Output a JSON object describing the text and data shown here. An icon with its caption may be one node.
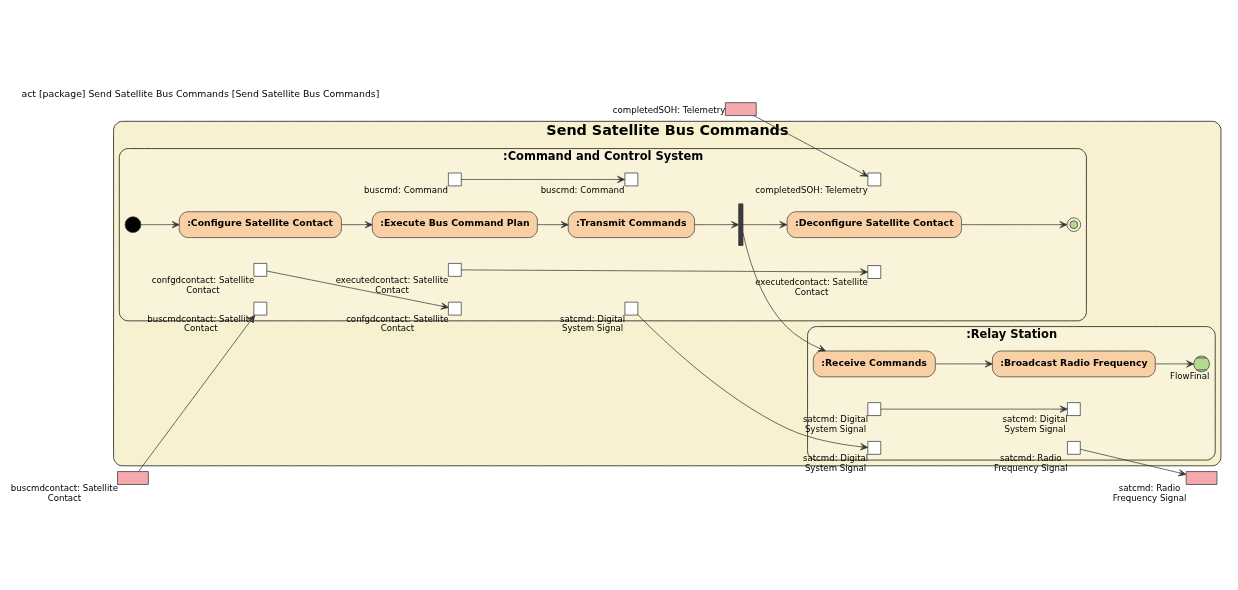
{
  "diagram": {
    "title": "act [package] Send Satellite Bus Commands [Send Satellite Bus Commands]",
    "nodes": [
      {
        "text": [
          "Send Satellite Bus Commands"
        ]
      },
      {
        "text": [],
        "shape": "box",
        "beside": [
          "buscmdcontact: Satellite Contact"
        ]
      },
      {
        "text": [
          ":Command and Control System"
        ],
        "in": 0
      },
      {
        "text": [
          ":Relay Station"
        ],
        "in": 0
      },
      {
        "text": [],
        "shape": "box",
        "beside": [
          "buscmdcontact: Satellite Contact"
        ],
        "in": 2
      },
      {
        "text": [],
        "shape": "box",
        "beside": [
          "confgdcontact: Satellite Contact"
        ],
        "in": 2
      },
      {
        "text": [],
        "shape": "box",
        "beside": [
          "buscmd: Command"
        ],
        "in": 2
      },
      {
        "text": [],
        "shape": "box",
        "beside": [
          "buscmd: Command"
        ],
        "in": 2
      },
      {
        "text": [],
        "shape": "box",
        "beside": [
          "satcmd: Digital System Signal"
        ],
        "in": 2
      },
      {
        "text": [],
        "shape": "box",
        "beside": [
          "satcmd: Digital System Signal"
        ],
        "in": 3
      },
      {
        "text": [],
        "shape": "box",
        "beside": [
          "satcmd: Digital System Signal"
        ],
        "in": 3
      },
      {
        "text": [],
        "shape": "box",
        "beside": [
          "satcmd: Digital System Signal"
        ],
        "in": 3
      },
      {
        "text": [
          ":Configure Satellite Contact"
        ],
        "in": 2
      },
      {
        "text": [],
        "shape": "box",
        "beside": [
          "confgdcontact: Satellite Contact"
        ],
        "in": 2
      },
      {
        "text": [
          ":Execute Bus Command Plan"
        ],
        "in": 2
      },
      {
        "text": [
          ":Transmit Commands"
        ],
        "in": 2
      },
      {
        "text": [
          ":Receive Commands"
        ],
        "in": 3
      },
      {
        "text": [
          ":Broadcast Radio Frequency"
        ],
        "in": 3
      },
      {
        "text": [],
        "shape": "box",
        "beside": [
          "executedcontact: Satellite Contact"
        ],
        "in": 2
      },
      {
        "text": [],
        "shape": "box",
        "beside": [
          "satcmd: Radio Frequency Signal"
        ],
        "in": 3
      },
      {
        "text": [],
        "shape": "bar",
        "in": 2
      },
      {
        "text": [],
        "shape": "box",
        "beside": [
          "executedcontact: Satellite Contact"
        ],
        "in": 2
      },
      {
        "text": [
          ":Deconfigure Satellite Contact"
        ],
        "in": 2
      },
      {
        "text": [],
        "shape": "box",
        "beside": [
          "completedSOH: Telemetry"
        ],
        "in": 2
      },
      {
        "text": [],
        "shape": "circle",
        "in": 2
      },
      {
        "text": [],
        "shape": "circle",
        "in": 2
      },
      {
        "text": [],
        "shape": "circle",
        "beside": [
          "FlowFinal"
        ],
        "in": 3
      },
      {
        "text": [],
        "shape": "box",
        "beside": [
          "completedSOH: Telemetry"
        ]
      },
      {
        "text": [],
        "shape": "box",
        "beside": [
          "satcmd: Radio Frequency Signal"
        ]
      }
    ],
    "edges": [
      {
        "from": 1,
        "to": 4,
        "arrow": "to"
      },
      {
        "from": 24,
        "to": 12,
        "arrow": "to"
      },
      {
        "from": 13,
        "to": 5,
        "arrow": "to"
      },
      {
        "from": 12,
        "to": 14,
        "arrow": "to"
      },
      {
        "from": 6,
        "to": 7,
        "arrow": "to"
      },
      {
        "from": 14,
        "to": 15,
        "arrow": "to"
      },
      {
        "from": 18,
        "to": 21,
        "arrow": "to"
      },
      {
        "from": 15,
        "to": 20,
        "arrow": "to"
      },
      {
        "from": 20,
        "to": 22,
        "arrow": "to"
      },
      {
        "from": 20,
        "to": 16,
        "arrow": "to"
      },
      {
        "from": 8,
        "to": 9,
        "arrow": "to"
      },
      {
        "from": 10,
        "to": 11,
        "arrow": "to"
      },
      {
        "from": 16,
        "to": 17,
        "arrow": "to"
      },
      {
        "from": 22,
        "to": 25,
        "arrow": "to"
      },
      {
        "from": 27,
        "to": 23,
        "arrow": "to"
      },
      {
        "from": 19,
        "to": 28,
        "arrow": "to"
      },
      {
        "from": 17,
        "to": 26,
        "arrow": "to"
      }
    ]
  }
}
